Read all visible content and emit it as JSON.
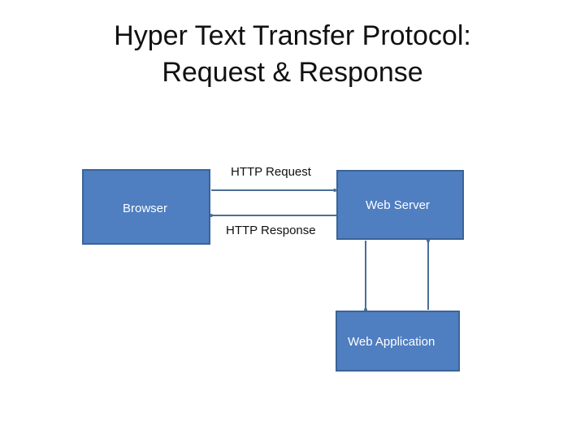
{
  "title": {
    "line1": "Hyper Text Transfer Protocol:",
    "line2": "Request & Response"
  },
  "nodes": {
    "browser": "Browser",
    "web_server": "Web Server",
    "web_application": "Web Application"
  },
  "edges": {
    "request": "HTTP Request",
    "response": "HTTP Response"
  },
  "colors": {
    "box_fill": "#4f7ec1",
    "box_border": "#3b6496",
    "connector": "#4a6f96"
  }
}
